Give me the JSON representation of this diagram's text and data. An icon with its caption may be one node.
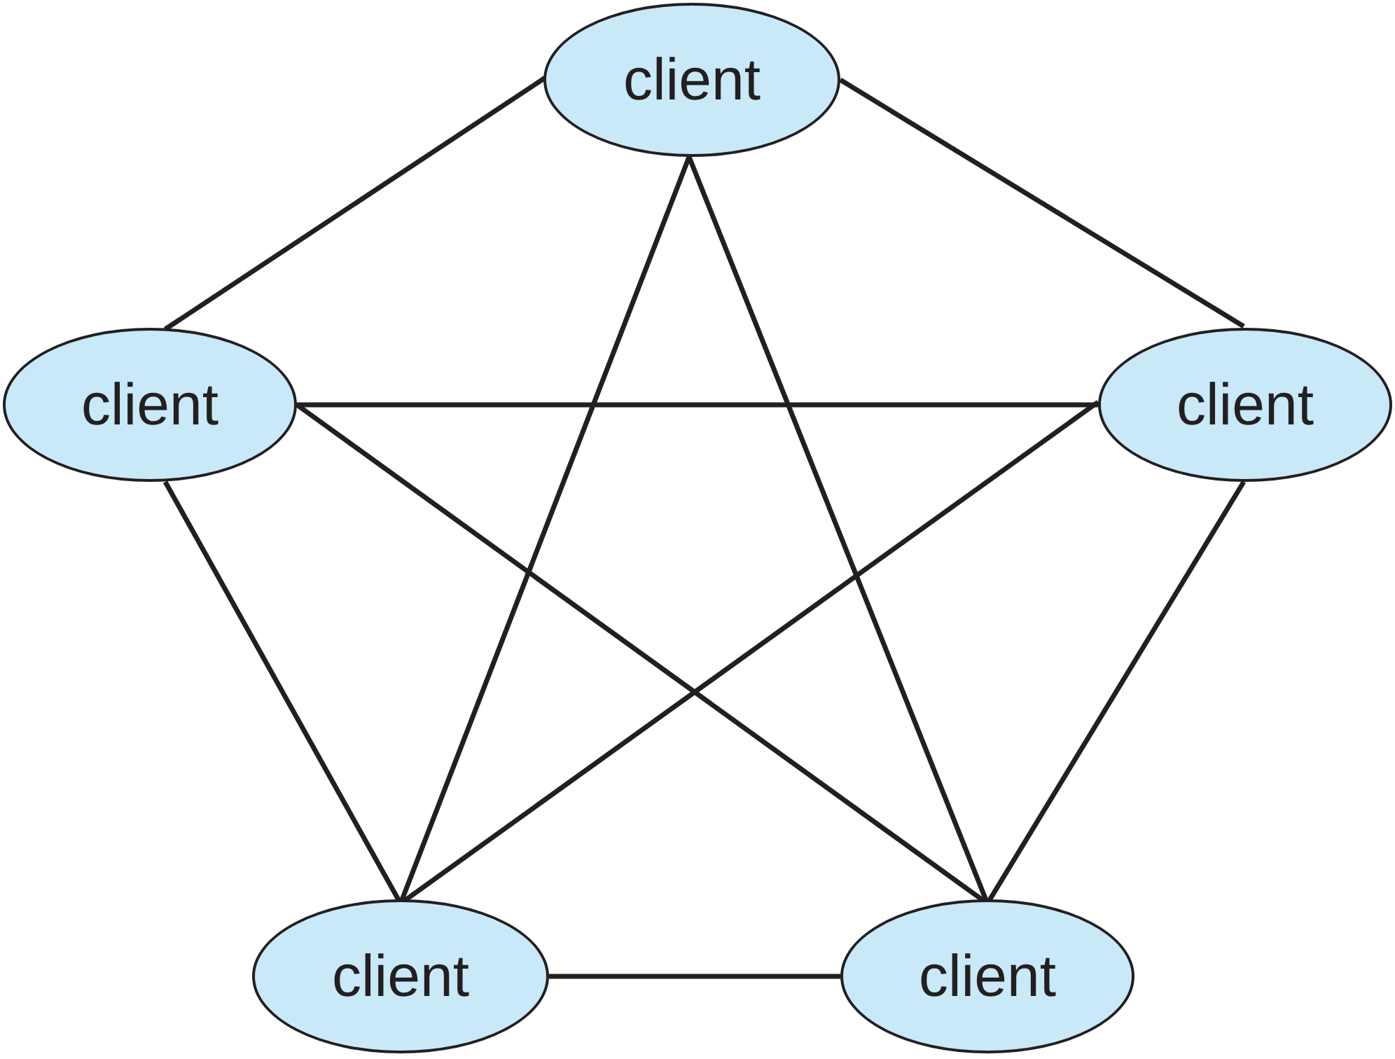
{
  "diagram": {
    "nodes": [
      {
        "text": [
          "client"
        ]
      },
      {
        "text": [
          "client"
        ]
      },
      {
        "text": [
          "client"
        ]
      },
      {
        "text": [
          "client"
        ]
      },
      {
        "text": [
          "client"
        ]
      }
    ],
    "edges": [
      {
        "from": 0,
        "to": 1,
        "arrow": "none"
      },
      {
        "from": 0,
        "to": 2,
        "arrow": "none"
      },
      {
        "from": 0,
        "to": 3,
        "arrow": "none"
      },
      {
        "from": 0,
        "to": 4,
        "arrow": "none"
      },
      {
        "from": 1,
        "to": 2,
        "arrow": "none"
      },
      {
        "from": 1,
        "to": 3,
        "arrow": "none"
      },
      {
        "from": 1,
        "to": 4,
        "arrow": "none"
      },
      {
        "from": 2,
        "to": 3,
        "arrow": "none"
      },
      {
        "from": 2,
        "to": 4,
        "arrow": "none"
      },
      {
        "from": 3,
        "to": 4,
        "arrow": "none"
      }
    ]
  }
}
